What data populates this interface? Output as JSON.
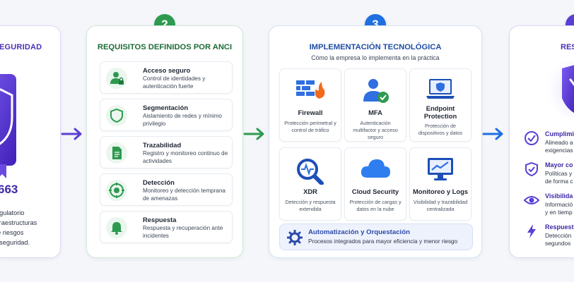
{
  "steps": {
    "two": "2",
    "three": "3"
  },
  "panel1": {
    "title": "EGURIDAD",
    "code": "663",
    "desc_lines": [
      "regulatorio",
      "nfraestructuras",
      "de riesgos",
      "ersegurida​d."
    ]
  },
  "panel2": {
    "title": "REQUISITOS DEFINIDOS POR ANCI",
    "items": [
      {
        "title": "Acceso seguro",
        "desc": "Control de identidades y autenticación fuerte",
        "icon": "user-lock-icon"
      },
      {
        "title": "Segmentación",
        "desc": "Aislamiento de redes y mínimo privilegio",
        "icon": "shield-icon"
      },
      {
        "title": "Trazabilidad",
        "desc": "Registro y monitoreo continuo de actividades",
        "icon": "document-icon"
      },
      {
        "title": "Detección",
        "desc": "Monitoreo y detección temprana de amenazas",
        "icon": "radar-icon"
      },
      {
        "title": "Respuesta",
        "desc": "Respuesta y recuperación ante incidentes",
        "icon": "bell-icon"
      }
    ]
  },
  "panel3": {
    "title": "IMPLEMENTACIÓN TECNOLÓGICA",
    "subtitle": "Cómo la empresa lo implementa en la práctica",
    "tech": [
      {
        "name": "Firewall",
        "desc": "Protección perimetral y control de tráfico",
        "icon": "firewall-icon"
      },
      {
        "name": "MFA",
        "desc": "Autenticación multifactor y acceso seguro",
        "icon": "user-check-icon"
      },
      {
        "name": "Endpoint Protection",
        "desc": "Protección de dispositivos y datos",
        "icon": "laptop-shield-icon"
      },
      {
        "name": "XDR",
        "desc": "Detección y respuesta extendida",
        "icon": "magnifier-pulse-icon"
      },
      {
        "name": "Cloud Security",
        "desc": "Protección de cargas y datos en la nube",
        "icon": "cloud-icon"
      },
      {
        "name": "Monitoreo y Logs",
        "desc": "Visibilidad y trazabilidad centralizada",
        "icon": "monitor-chart-icon"
      }
    ],
    "automation": {
      "title": "Automatización y Orquestación",
      "desc": "Procesos integrados para mayor eficiencia y menor riesgo"
    }
  },
  "panel4": {
    "title": "RES",
    "items": [
      {
        "title": "Cumplimi",
        "desc_lines": [
          "Alineado a",
          "exigencias"
        ],
        "icon": "check-circle-icon"
      },
      {
        "title": "Mayor co",
        "desc_lines": [
          "Políticas y",
          "de forma c"
        ],
        "icon": "shield-check-icon"
      },
      {
        "title": "Visibilida",
        "desc_lines": [
          "Informació",
          "y en tiemp"
        ],
        "icon": "eye-icon"
      },
      {
        "title": "Respuest",
        "desc_lines": [
          "Detección",
          "segundos"
        ],
        "icon": "lightning-icon"
      }
    ]
  },
  "colors": {
    "purple": "#5b3fd4",
    "green": "#2e9a4f",
    "blue": "#1f6fe0"
  }
}
